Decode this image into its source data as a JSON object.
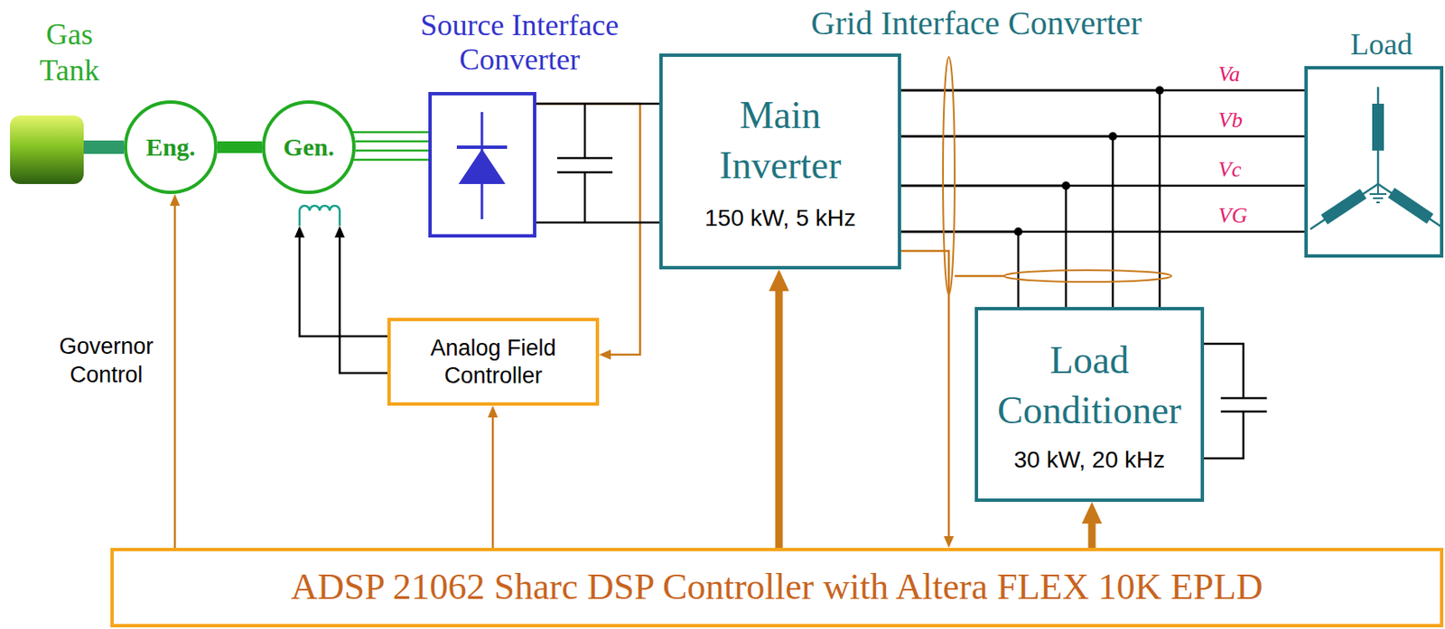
{
  "diagram": {
    "nodes": [
      {
        "text": [
          "Gas Tank"
        ]
      },
      {
        "text": [
          "Eng."
        ]
      },
      {
        "text": [
          "Gen."
        ]
      },
      {
        "text": [
          "Source Interface Converter"
        ]
      },
      {
        "text": [
          "Main Inverter",
          "150 kW, 5 kHz"
        ]
      },
      {
        "text": [
          "Load"
        ]
      },
      {
        "text": [
          "Load Conditioner",
          "30 kW, 20 kHz"
        ]
      },
      {
        "text": [
          "Analog Field Controller"
        ]
      },
      {
        "text": [
          "ADSP 21062 Sharc DSP Controller with Altera FLEX 10K EPLD"
        ]
      }
    ],
    "edges": [
      {
        "from": 0,
        "to": 1,
        "arrow": "none"
      },
      {
        "from": 1,
        "to": 2,
        "arrow": "none"
      },
      {
        "from": 2,
        "to": 3,
        "arrow": "none"
      },
      {
        "from": 3,
        "to": 4,
        "arrow": "none"
      },
      {
        "from": 4,
        "to": 5,
        "arrow": "none"
      },
      {
        "from": 4,
        "to": 6,
        "arrow": "none"
      },
      {
        "from": 8,
        "to": 1,
        "arrow": "to",
        "label": "Governor Control"
      },
      {
        "from": 8,
        "to": 7,
        "arrow": "to"
      },
      {
        "from": 7,
        "to": 2,
        "arrow": "to"
      },
      {
        "from": 3,
        "to": 7,
        "arrow": "to"
      },
      {
        "from": 8,
        "to": 4,
        "arrow": "to"
      },
      {
        "from": 8,
        "to": 6,
        "arrow": "to"
      },
      {
        "from": 4,
        "to": 8,
        "arrow": "to"
      }
    ],
    "labels": [
      "Grid Interface Converter",
      "Va",
      "Vb",
      "Vc",
      "VG"
    ]
  }
}
